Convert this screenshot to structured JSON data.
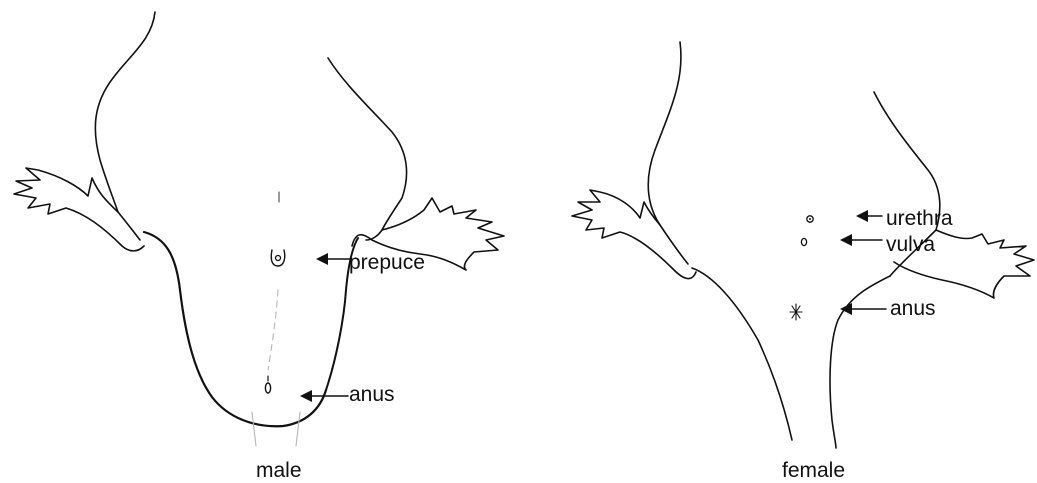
{
  "figures": {
    "male": {
      "caption": "male",
      "labels": {
        "prepuce": "prepuce",
        "anus": "anus"
      }
    },
    "female": {
      "caption": "female",
      "labels": {
        "urethra": "urethra",
        "vulva": "vulva",
        "anus": "anus"
      }
    }
  },
  "colors": {
    "line": "#111111",
    "faint": "#b5b5b5",
    "background": "#ffffff"
  }
}
